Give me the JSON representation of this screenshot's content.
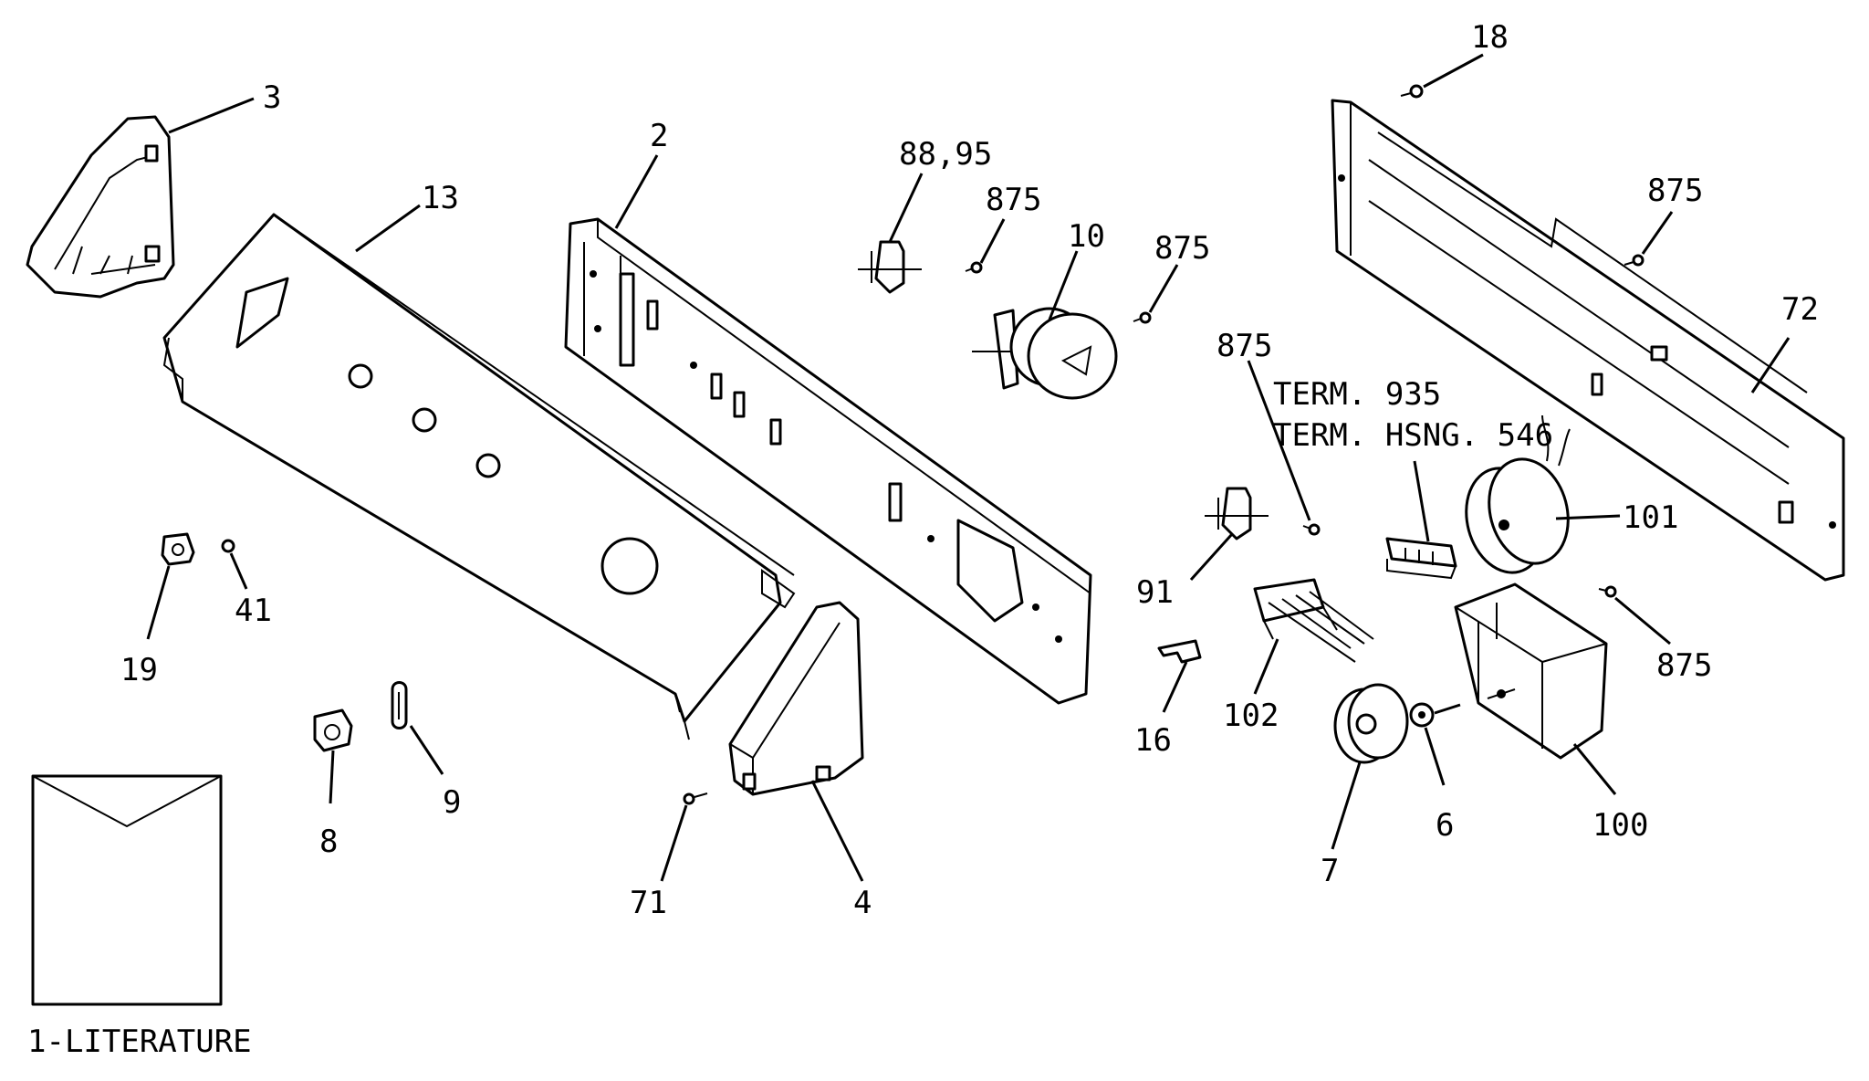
{
  "callouts": {
    "c3": "3",
    "c13": "13",
    "c2": "2",
    "c88": "88,95",
    "c875a": "875",
    "c10": "10",
    "c875b": "875",
    "c18": "18",
    "c875c": "875",
    "c72": "72",
    "c875d": "875",
    "term1": "TERM. 935",
    "term2": "TERM. HSNG. 546",
    "c101": "101",
    "c91": "91",
    "c875e": "875",
    "c16": "16",
    "c102": "102",
    "c7": "7",
    "c6": "6",
    "c100": "100",
    "c19": "19",
    "c41": "41",
    "c8": "8",
    "c9": "9",
    "c71": "71",
    "c4": "4"
  },
  "literature_label": "1-LITERATURE"
}
